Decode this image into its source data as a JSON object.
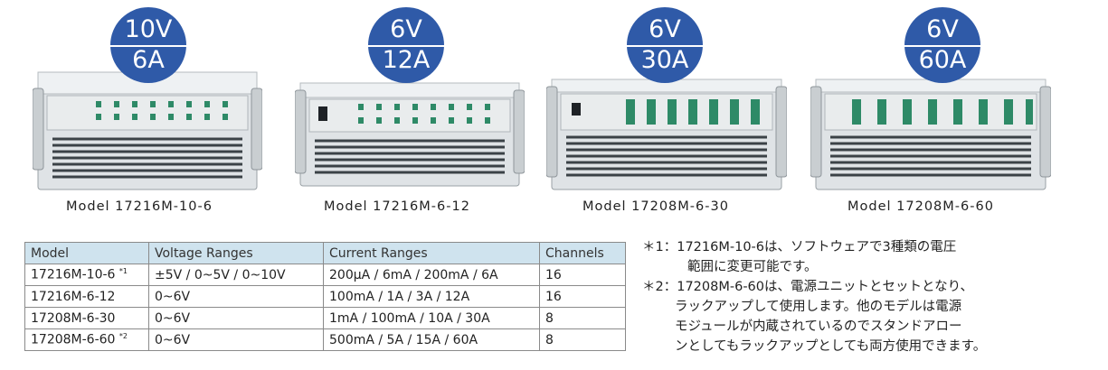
{
  "products": [
    {
      "voltage": "10V",
      "current": "6A",
      "model": "Model 17216M-10-6"
    },
    {
      "voltage": "6V",
      "current": "12A",
      "model": "Model 17216M-6-12"
    },
    {
      "voltage": "6V",
      "current": "30A",
      "model": "Model 17208M-6-30"
    },
    {
      "voltage": "6V",
      "current": "60A",
      "model": "Model 17208M-6-60"
    }
  ],
  "colors": {
    "badge": "#2f5aa8",
    "table_header": "#cfe3ee",
    "connector_green": "#2e8a67"
  },
  "table": {
    "headers": [
      "Model",
      "Voltage Ranges",
      "Current Ranges",
      "Channels"
    ],
    "rows": [
      {
        "model": "17216M-10-6",
        "mark": "*1",
        "voltage": "±5V / 0~5V / 0~10V",
        "current": "200μA / 6mA / 200mA / 6A",
        "channels": "16"
      },
      {
        "model": "17216M-6-12",
        "mark": "",
        "voltage": "0~6V",
        "current": "100mA / 1A / 3A / 12A",
        "channels": "16"
      },
      {
        "model": "17208M-6-30",
        "mark": "",
        "voltage": "0~6V",
        "current": "1mA / 100mA / 10A / 30A",
        "channels": "8"
      },
      {
        "model": "17208M-6-60",
        "mark": "*2",
        "voltage": "0~6V",
        "current": "500mA / 5A / 15A / 60A",
        "channels": "8"
      }
    ]
  },
  "notes": [
    {
      "lines": [
        "＊1：17216M-10-6は、ソフトウェアで3種類の電圧",
        "範囲に変更可能です。"
      ]
    },
    {
      "lines": [
        "＊2：17208M-6-60は、電源ユニットとセットとなり、",
        "ラックアップして使用します。他のモデルは電源",
        "モジュールが内蔵されているのでスタンドアロー",
        "ンとしてもラックアップとしても両方使用できます。"
      ]
    }
  ]
}
